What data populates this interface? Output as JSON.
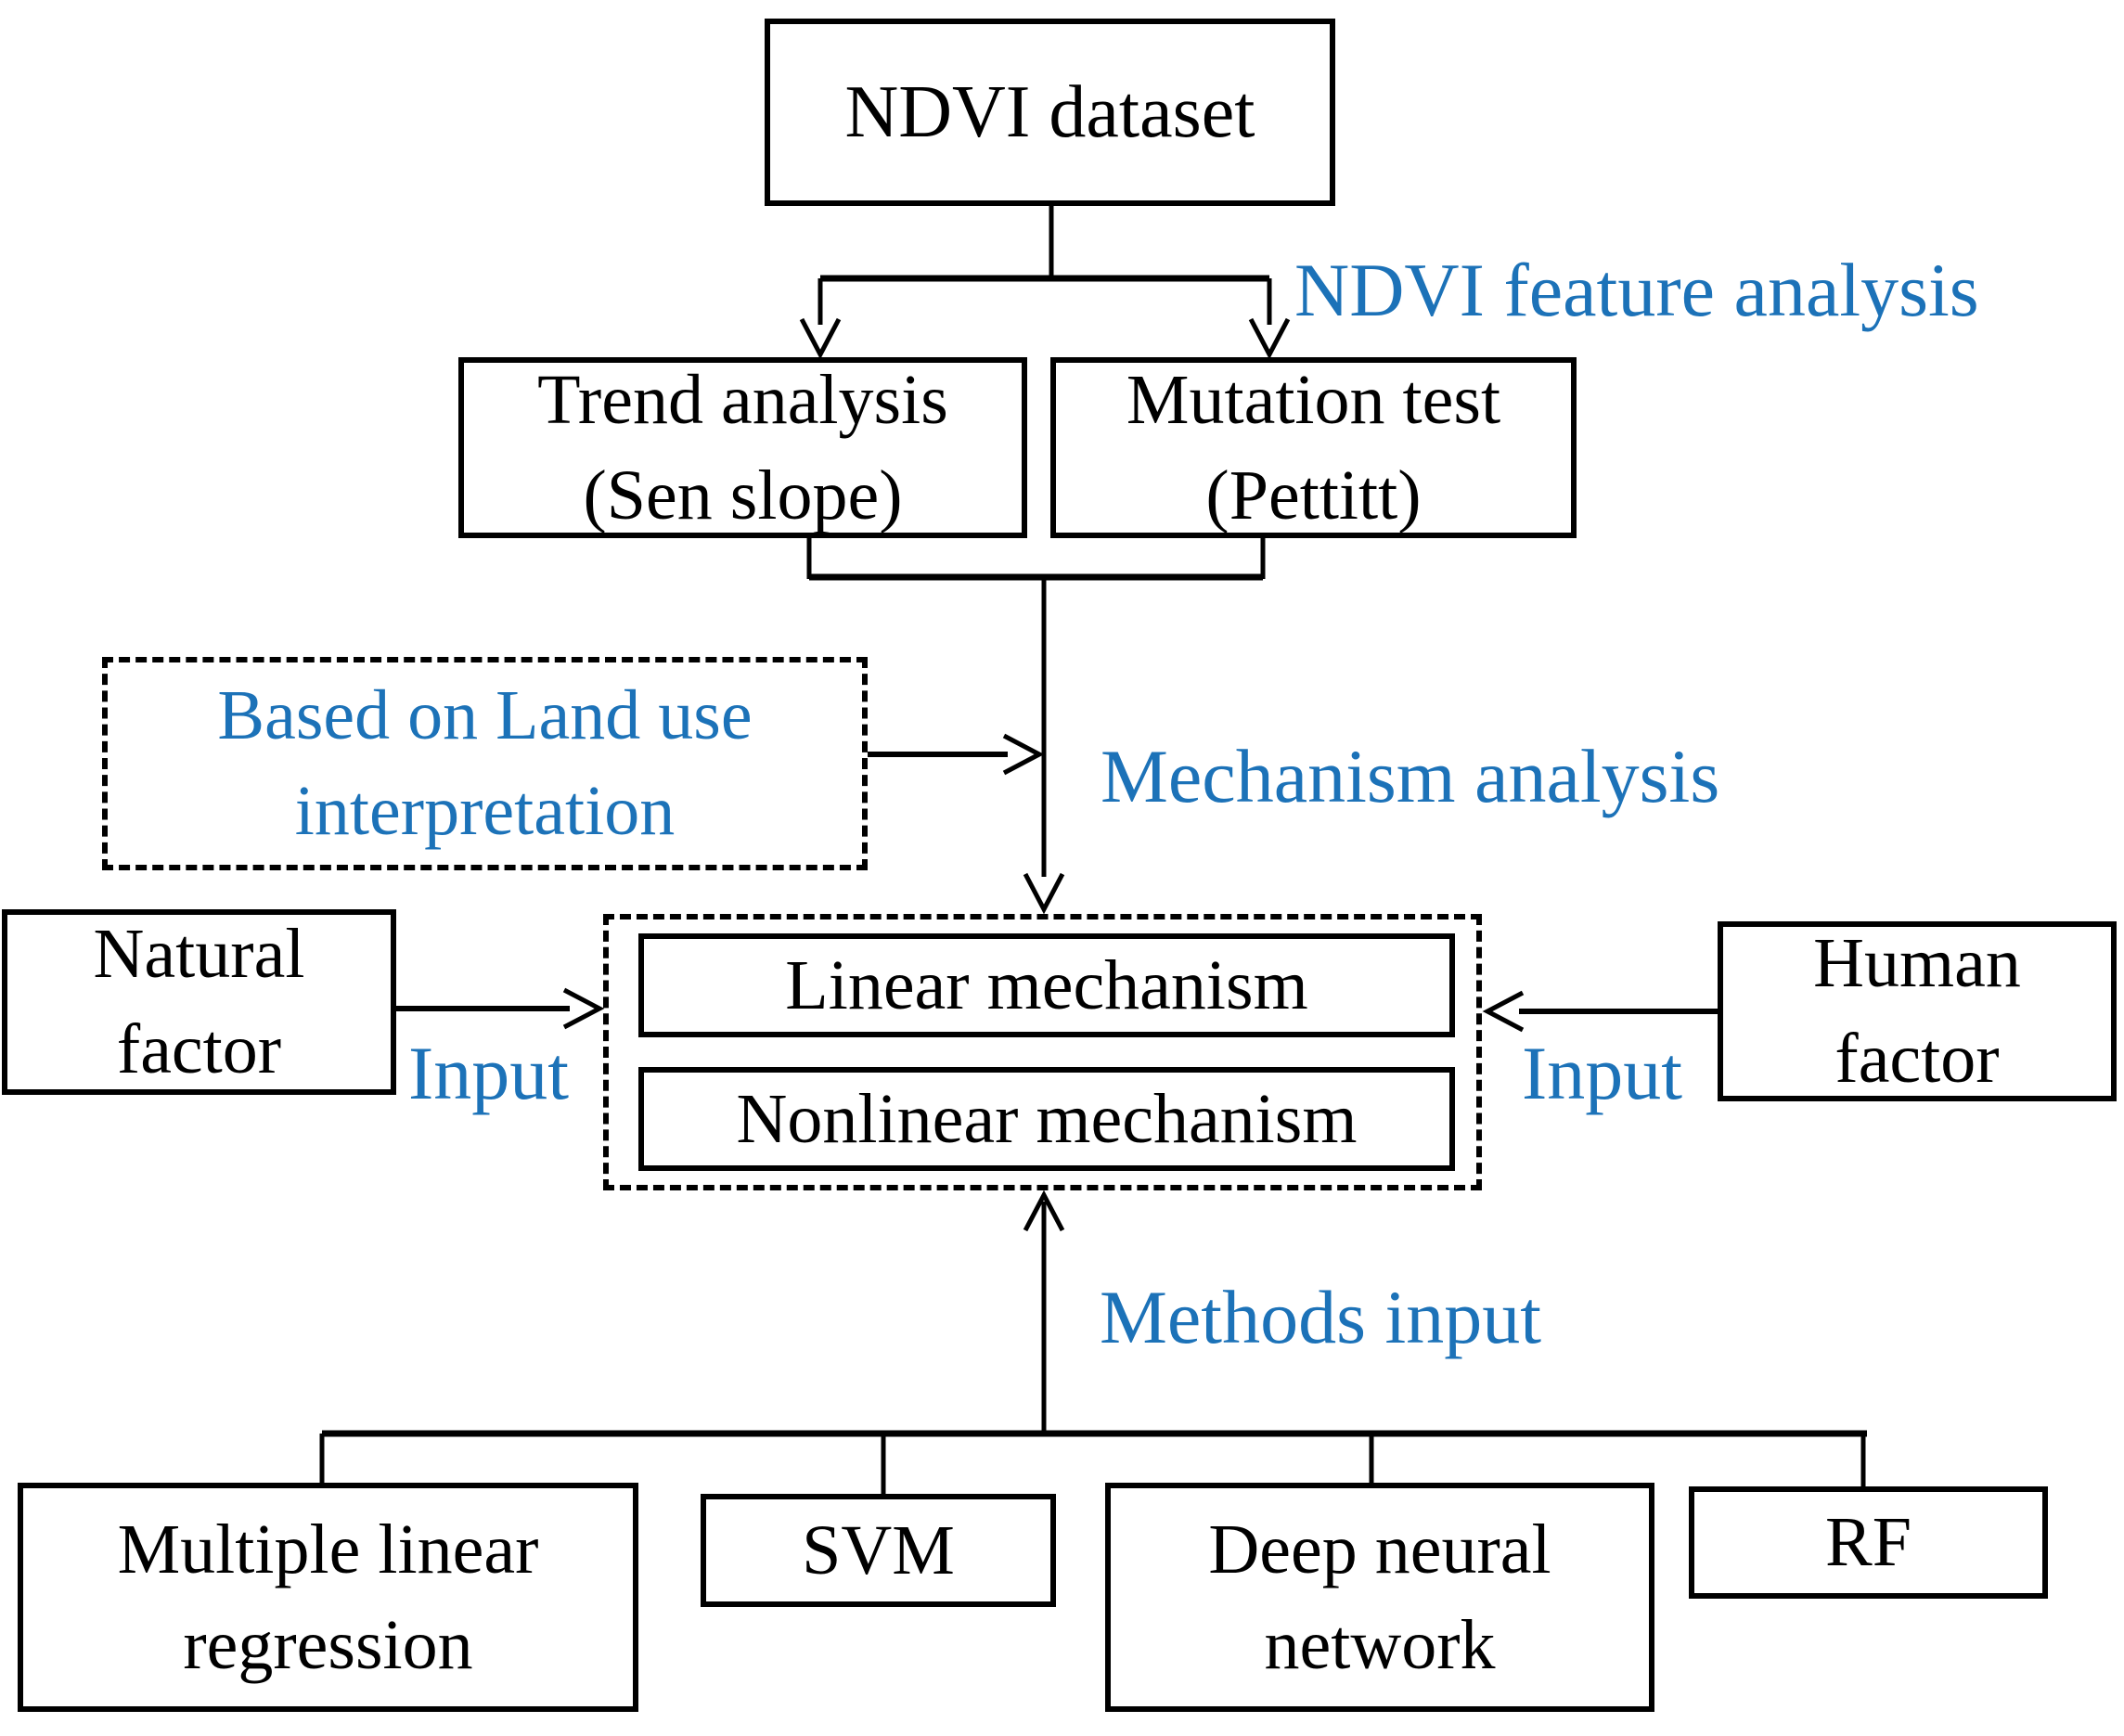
{
  "title": "NDVI analysis flowchart",
  "colors": {
    "accent_blue": "#1C72B8",
    "line_black": "#000000",
    "background": "#FFFFFF"
  },
  "boxes": {
    "ndvi_dataset": {
      "lines": [
        "NDVI dataset"
      ]
    },
    "trend_analysis": {
      "lines": [
        "Trend analysis",
        "(Sen slope)"
      ]
    },
    "mutation_test": {
      "lines": [
        "Mutation test",
        "(Pettitt)"
      ]
    },
    "land_use": {
      "lines": [
        "Based on Land use",
        "interpretation"
      ]
    },
    "linear_mechanism": {
      "lines": [
        "Linear mechanism"
      ]
    },
    "nonlinear_mechanism": {
      "lines": [
        "Nonlinear mechanism"
      ]
    },
    "natural_factor": {
      "lines": [
        "Natural",
        "factor"
      ]
    },
    "human_factor": {
      "lines": [
        "Human",
        "factor"
      ]
    },
    "multiple_linear_regression": {
      "lines": [
        "Multiple linear",
        "regression"
      ]
    },
    "svm": {
      "lines": [
        "SVM"
      ]
    },
    "deep_neural_network": {
      "lines": [
        "Deep neural",
        "network"
      ]
    },
    "rf": {
      "lines": [
        "RF"
      ]
    }
  },
  "labels": {
    "ndvi_feature_analysis": "NDVI feature analysis",
    "mechanism_analysis": "Mechanism analysis",
    "input_left": "Input",
    "input_right": "Input",
    "methods_input": "Methods input"
  }
}
